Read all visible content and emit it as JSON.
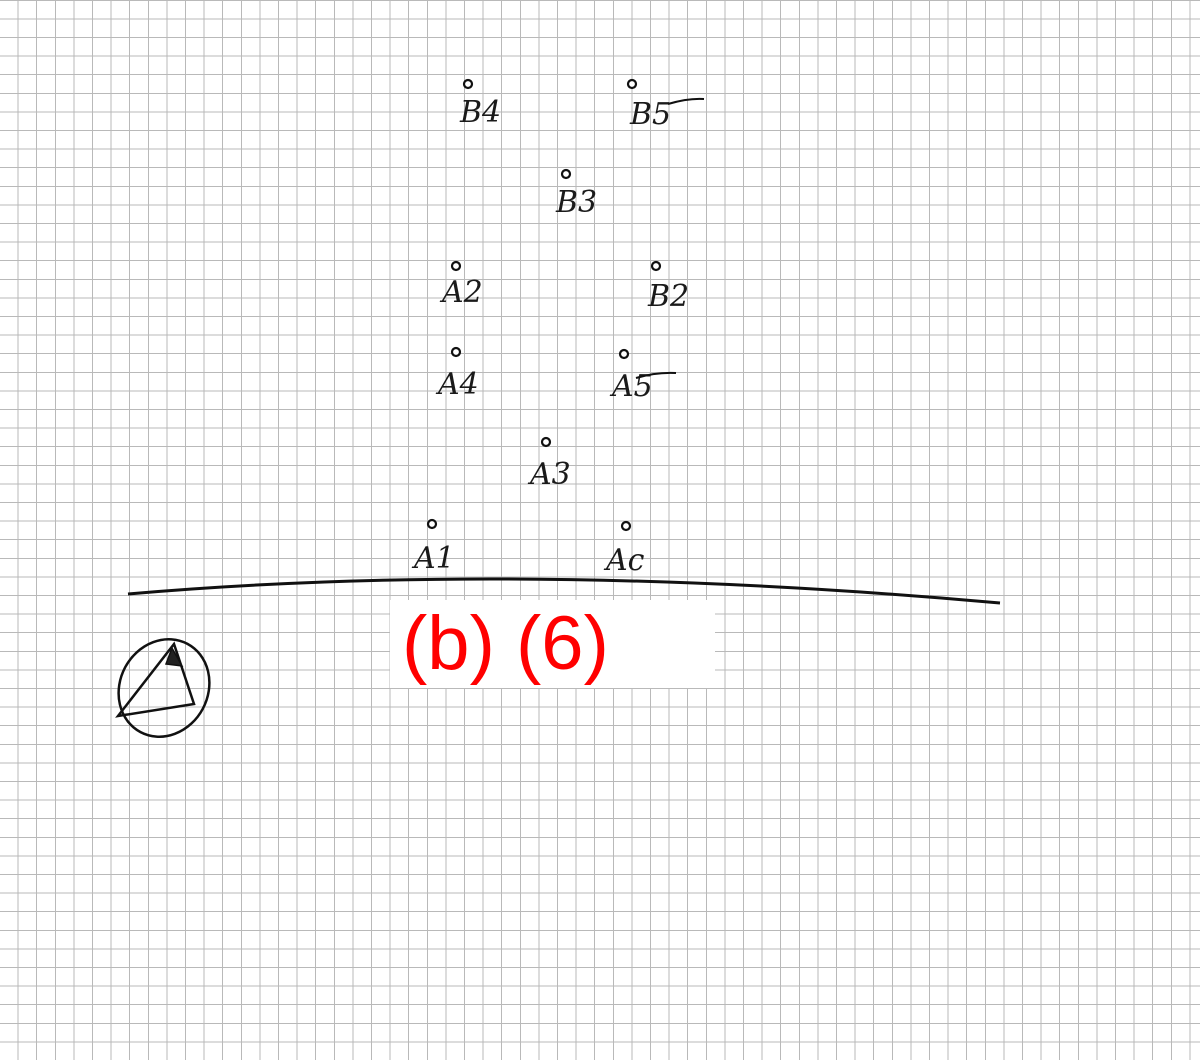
{
  "points": [
    {
      "id": "B4",
      "label": "B4"
    },
    {
      "id": "B5",
      "label": "B5"
    },
    {
      "id": "B3",
      "label": "B3"
    },
    {
      "id": "A2",
      "label": "A2"
    },
    {
      "id": "B2",
      "label": "B2"
    },
    {
      "id": "A4",
      "label": "A4"
    },
    {
      "id": "A5",
      "label": "A5"
    },
    {
      "id": "A3",
      "label": "A3"
    },
    {
      "id": "A1",
      "label": "A1"
    },
    {
      "id": "Ac",
      "label": "Ac"
    }
  ],
  "caption": "(b) (6)",
  "colors": {
    "ink": "#111111",
    "caption": "#ff0000",
    "grid": "#b9b9b9"
  }
}
